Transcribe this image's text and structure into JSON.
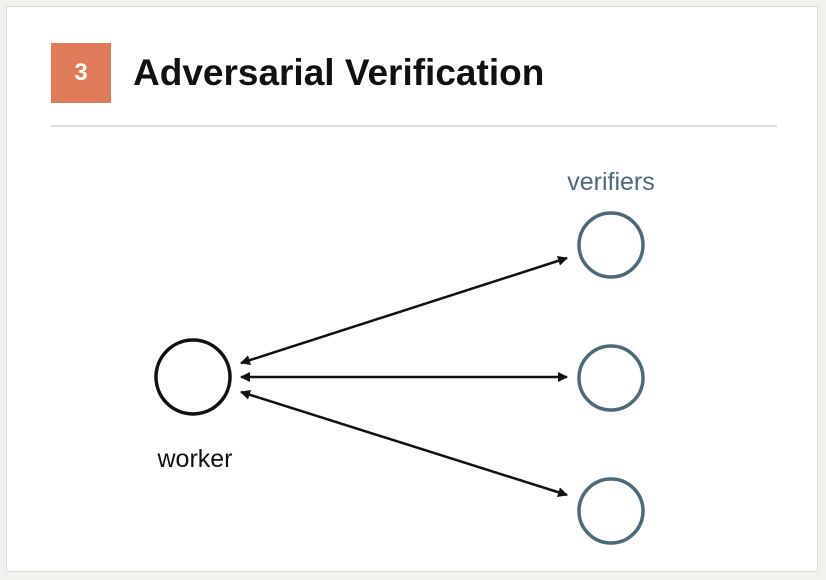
{
  "header": {
    "step_number": "3",
    "title": "Adversarial Verification"
  },
  "diagram": {
    "worker_label": "worker",
    "verifiers_label": "verifiers",
    "verifier_count": 3,
    "colors": {
      "badge": "#e07b5a",
      "worker_stroke": "#111111",
      "verifier_stroke": "#4e6a78",
      "verifier_label": "#4e6a78",
      "arrow": "#111111"
    }
  }
}
